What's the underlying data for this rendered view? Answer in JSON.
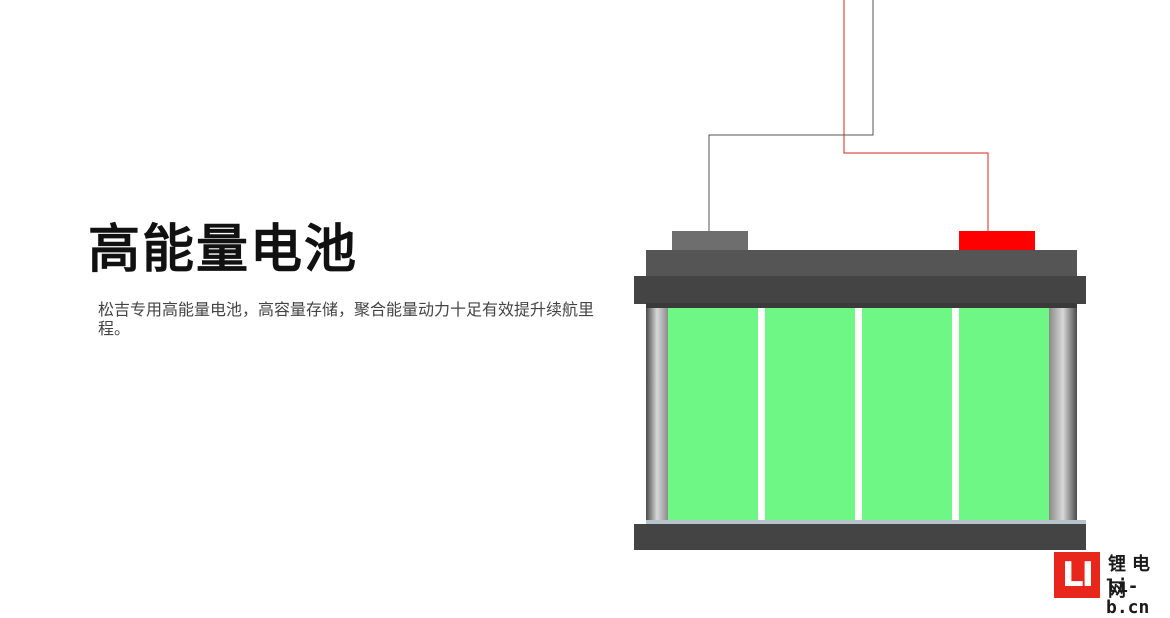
{
  "heading": {
    "title": "高能量电池",
    "description": "松吉专用高能量电池，高容量存储，聚合能量动力十足有效提升续航里程。"
  },
  "battery": {
    "cell_count": 4,
    "cell_color": "#6ef784",
    "positive_terminal_color": "#ff0000",
    "negative_terminal_color": "#6e6e6e",
    "positive_wire_color": "#d9251c",
    "negative_wire_color": "#555555"
  },
  "logo": {
    "mark": "LI",
    "name_cn": "锂电网",
    "domain": "li-b.cn",
    "brand_color": "#e8261c"
  }
}
